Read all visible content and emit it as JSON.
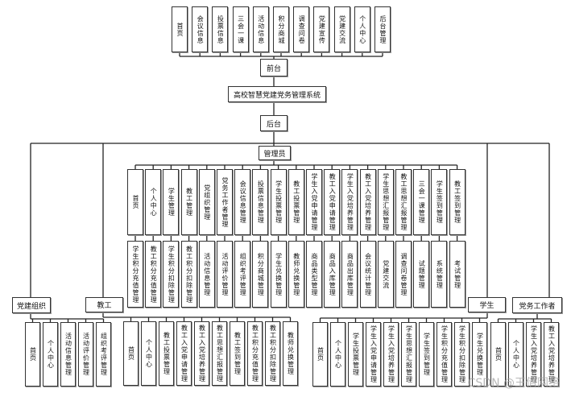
{
  "frontend": {
    "label": "前台",
    "items": [
      "首页",
      "会议信息",
      "投票信息",
      "三会一课",
      "活动信息",
      "积分商城",
      "调查问卷",
      "党建宣传",
      "党建交流",
      "个人中心",
      "后台管理"
    ]
  },
  "system_title": "高校智慧党建党务管理系统",
  "backend_label": "后台",
  "admin": {
    "label": "管理员",
    "row1": [
      "首页",
      "个人中心",
      "学生管理",
      "教工管理",
      "党组织管理",
      "党务工作者管理",
      "会议信息管理",
      "投票信息管理",
      "学生投票管理",
      "教工投票管理",
      "学生入党申请管理",
      "教工入党申请管理",
      "学生入党培养管理",
      "教工入党培养管理",
      "学生思想汇报管理",
      "教工思想汇报管理",
      "三会一课管理",
      "学生签到管理",
      "教工签到管理"
    ],
    "row2": [
      "学生积分充值管理",
      "教工积分充值管理",
      "学生积分扣除管理",
      "教工积分扣除管理",
      "活动信息管理",
      "活动评价管理",
      "组织考评管理",
      "积分商城管理",
      "学生兑换管理",
      "教师兑换管理",
      "商品类型管理",
      "商品入库管理",
      "商品出库管理",
      "会议统计管理",
      "党建交流",
      "调查问卷管理",
      "试题管理",
      "系统管理",
      "考试管理"
    ]
  },
  "party_org": {
    "label": "党建组织",
    "items": [
      "首页",
      "个人中心",
      "活动信息管理",
      "活动评价管理",
      "组织考评管理"
    ]
  },
  "staff": {
    "label": "教工",
    "items": [
      "首页",
      "个人中心",
      "教工投票管理",
      "教工入党申请管理",
      "教工入党培养管理",
      "教工思想汇报管理",
      "教工签到管理",
      "教工积分充值管理",
      "教工积分扣除管理",
      "教师兑换管理"
    ]
  },
  "student": {
    "label": "学生",
    "items": [
      "首页",
      "个人中心",
      "学生投票管理",
      "学生入党申请管理",
      "学生入党培养管理",
      "学生思想汇报管理",
      "学生签到管理",
      "学生积分充值管理",
      "学生积分扣除管理",
      "学生兑换管理"
    ]
  },
  "party_worker": {
    "label": "党务工作者",
    "items": [
      "首页",
      "个人中心",
      "学生入党培养管理",
      "教工入党培养管理"
    ]
  },
  "watermark": "CSDN @王倩网络"
}
